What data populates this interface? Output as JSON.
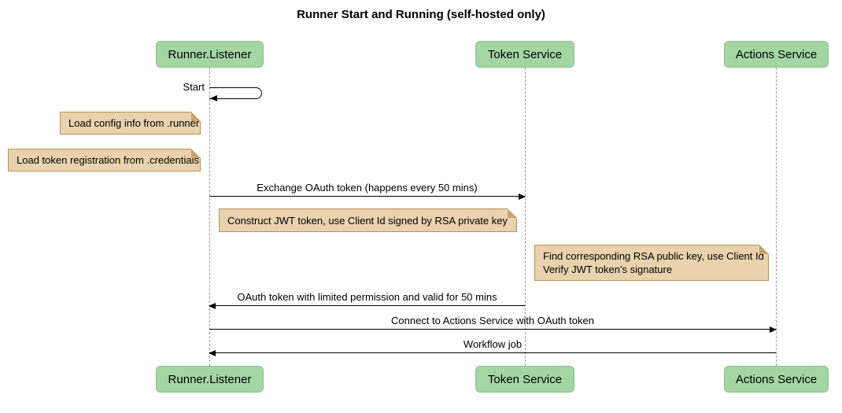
{
  "title": "Runner Start and Running (self-hosted only)",
  "participants": {
    "runner_listener": "Runner.Listener",
    "token_service": "Token Service",
    "actions_service": "Actions Service"
  },
  "messages": {
    "start": "Start",
    "exchange_oauth": "Exchange OAuth token (happens every 50 mins)",
    "oauth_return": "OAuth token with limited permission and valid for 50 mins",
    "connect": "Connect to Actions Service with OAuth token",
    "workflow_job": "Workflow job"
  },
  "notes": {
    "load_config": "Load config info from .runner",
    "load_credentials": "Load token registration from .credentials",
    "construct_jwt": "Construct JWT token, use Client Id signed by RSA private key",
    "verify_jwt_line1": "Find corresponding RSA public key, use Client Id",
    "verify_jwt_line2": "Verify JWT token's signature"
  },
  "colors": {
    "participant_fill": "#A3D6A3",
    "participant_border": "#8FBE8F",
    "note_fill": "#E9D2AE",
    "note_border": "#B4935C",
    "lifeline": "#999999",
    "arrow": "#000000",
    "background": "#FFFFFF"
  }
}
